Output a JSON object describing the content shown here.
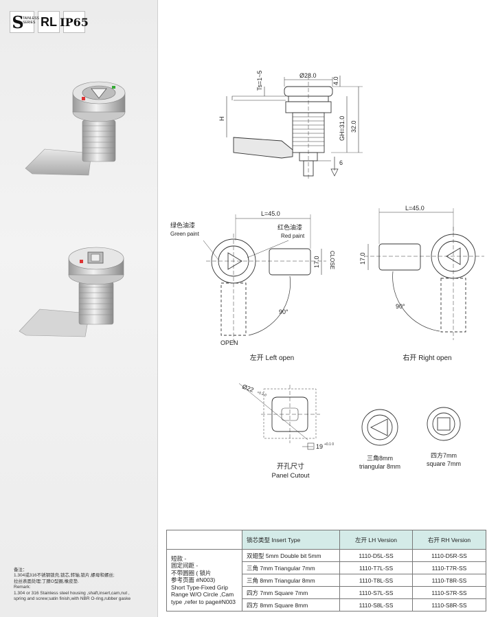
{
  "badges": {
    "s_letter": "S",
    "s_line1": "TAINLESS",
    "s_line2": "SERIES",
    "rl": "RL",
    "ip": "IP65"
  },
  "drawing": {
    "dim_diameter": "Ø28.0",
    "dim_ts": "Ts=1~5",
    "dim_h": "H",
    "dim_top": "4.0",
    "dim_gh": "GH=31.0",
    "dim_total": "32.0",
    "dim_travel": "6",
    "l45_left": "L=45.0",
    "l45_right": "L=45.0",
    "green_cn": "绿色油漆",
    "green_en": "Green paint",
    "red_cn": "红色油漆",
    "red_en": "Red paint",
    "dim17_left": "17.0",
    "dim17_right": "17.0",
    "close": "CLOSE",
    "open": "OPEN",
    "angle_left": "90°",
    "angle_right": "90°",
    "cutout_dia": "Ø22",
    "cutout_tol": "+0.3 0",
    "cutout_sq": "19",
    "cutout_sq_tol": "+0.1 0"
  },
  "captions": {
    "left_open": "左开 Left open",
    "right_open": "右开 Right open",
    "panel_cn": "开孔尺寸",
    "panel_en": "Panel Cutout",
    "tri_cn": "三角8mm",
    "tri_en": "triangular 8mm",
    "sq_cn": "四方7mm",
    "sq_en": "square 7mm"
  },
  "remarks": {
    "lines": [
      "备注：",
      "1.304或316不锈钢锁壳,锁芯,转轴,锁片,螺母和螺丝;",
      "拉丝表面处理;丁腈O型圈,橡皮垫.",
      "Remark:",
      "1.304 or 316 Stainless steel housing ,shaft,insert,cam,nut ,",
      "spring and screw;satin finish,with NBR O-ring,rubber gaske"
    ]
  },
  "table": {
    "headers": [
      "锁芯类型 Insert Type",
      "左开 LH Version",
      "右开 RH Version"
    ],
    "description_lines": [
      "短款 -",
      "固定间距 -",
      "不带圆圈 ( 锁片",
      "参考页面 #N003)",
      "Short Type-Fixed Grip",
      "Range W/O Circle ,Cam",
      "type ,refer to page#N003"
    ],
    "rows": [
      {
        "type": "双翅型 5mm Double bit 5mm",
        "lh": "1110-D5L-SS",
        "rh": "1110-D5R-SS"
      },
      {
        "type": "三角 7mm Triangular 7mm",
        "lh": "1110-T7L-SS",
        "rh": "1110-T7R-SS"
      },
      {
        "type": "三角 8mm Triangular 8mm",
        "lh": "1110-T8L-SS",
        "rh": "1110-T8R-SS"
      },
      {
        "type": "四方 7mm Square 7mm",
        "lh": "1110-S7L-SS",
        "rh": "1110-S7R-SS"
      },
      {
        "type": "四方 8mm Square 8mm",
        "lh": "1110-S8L-SS",
        "rh": "1110-S8R-SS"
      }
    ]
  }
}
